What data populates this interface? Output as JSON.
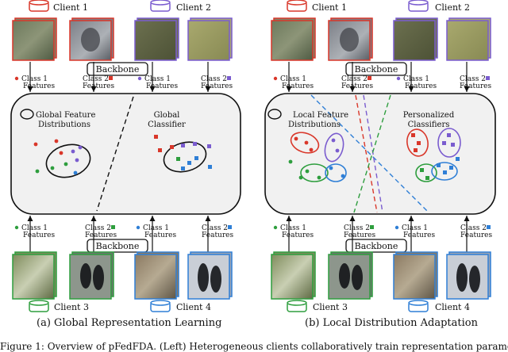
{
  "left_panel": {
    "top_clients": [
      "Client 1",
      "Client 2"
    ],
    "bottom_clients": [
      "Client 3",
      "Client 4"
    ],
    "backbone_label": "Backbone",
    "class1_label_top": "Class 1",
    "class2_label_top": "Class 2",
    "features_label": "Features",
    "class1_label_bottom": "Class 1",
    "class2_label_bottom": "Class 2",
    "region_label_left_line1": "Global Feature",
    "region_label_left_line2": "Distributions",
    "region_label_right_line1": "Global",
    "region_label_right_line2": "Classifier",
    "caption": "(a) Global Representation Learning"
  },
  "right_panel": {
    "top_clients": [
      "Client 1",
      "Client 2"
    ],
    "bottom_clients": [
      "Client 3",
      "Client 4"
    ],
    "backbone_label": "Backbone",
    "class1_label_top": "Class 1",
    "class2_label_top": "Class 2",
    "features_label": "Features",
    "class1_label_bottom": "Class 1",
    "class2_label_bottom": "Class 2",
    "region_label_left_line1": "Local Feature",
    "region_label_left_line2": "Distributions",
    "region_label_right_line1": "Personalized",
    "region_label_right_line2": "Classifiers",
    "caption": "(b) Local Distribution Adaptation"
  },
  "figure_caption_partial": "Figure 1: Overview of pFedFDA. (Left) Heterogeneous clients collaboratively train representation parameters",
  "colors": {
    "client1": "#d9372a",
    "client2": "#7a5ccf",
    "client3": "#2e9e3e",
    "client4": "#2f7fd6",
    "panel_bg": "#f1f1f1",
    "class1": "#2f7fd6",
    "class2": "#d9372a"
  }
}
